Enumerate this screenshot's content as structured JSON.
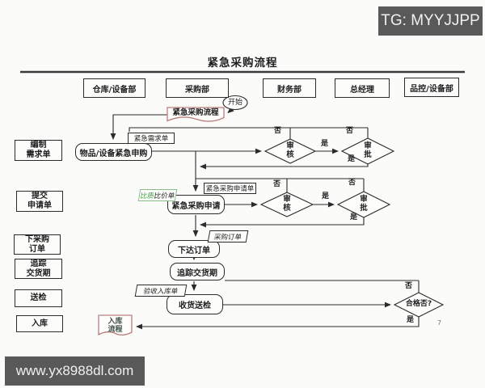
{
  "badges": {
    "top_right": "TG: MYYJJPP",
    "bottom_left": "www.yx8988dl.com"
  },
  "title": "紧急采购流程",
  "lanes": [
    "仓库/设备部",
    "采购部",
    "财务部",
    "总经理",
    "品控/设备部"
  ],
  "side_steps": [
    "编制\n需求单",
    "提交\n申请单",
    "下采购\n订单",
    "追踪\n交货期",
    "送检",
    "入库"
  ],
  "nodes": {
    "start": "开始",
    "doc_ref": "紧急采购流程",
    "req_form": "紧急需求单",
    "urgent_request": "物品/设备紧急申购",
    "review": "审\n核",
    "approve": "审\n批",
    "purchase_req_form": "紧急采购申请单",
    "compare_green": "比质",
    "compare_rest": "比价单",
    "purchase_req": "紧急采购申请",
    "po_form": "采购订单",
    "issue_order": "下达订单",
    "track_delivery": "追踪交货期",
    "receipt_form": "验收入库单",
    "receive_inspect": "收货送检",
    "qualified": "合格否?",
    "warehouse_ref": "入库\n流程",
    "page_num": "7"
  },
  "edge_labels": {
    "yes": "是",
    "no": "否"
  },
  "colors": {
    "line": "#2b2b2b",
    "accent_red": "#b97f7f",
    "accent_green": "#3f9b3f",
    "badge_bg": "#595959"
  }
}
